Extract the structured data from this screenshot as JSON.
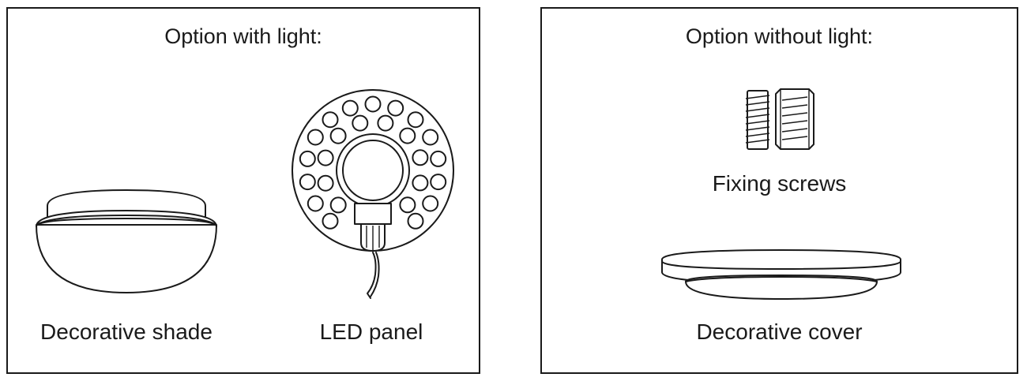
{
  "left_panel": {
    "title": "Option with light:",
    "items": [
      {
        "label": "Decorative shade",
        "icon": "decorative-shade-icon"
      },
      {
        "label": "LED panel",
        "icon": "led-panel-icon"
      }
    ]
  },
  "right_panel": {
    "title": "Option without light:",
    "items": [
      {
        "label": "Fixing screws",
        "icon": "fixing-screws-icon"
      },
      {
        "label": "Decorative cover",
        "icon": "decorative-cover-icon"
      }
    ]
  }
}
